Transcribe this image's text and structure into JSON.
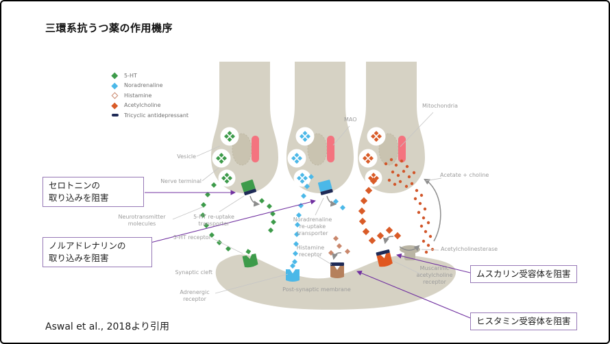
{
  "slide": {
    "title": "三環系抗うつ薬の作用機序",
    "citation": "Aswal et al., 2018より引用"
  },
  "legend": {
    "items": [
      {
        "id": "5-ht",
        "label": "5-HT",
        "color": "#3d9b4a",
        "icon": "diamond"
      },
      {
        "id": "noradrenaline",
        "label": "Noradrenaline",
        "color": "#4bb8e8",
        "icon": "diamond"
      },
      {
        "id": "histamine",
        "label": "Histamine",
        "color": "#c9876c",
        "icon": "diamond-outline"
      },
      {
        "id": "acetylcholine",
        "label": "Acetylcholine",
        "color": "#d95b27",
        "icon": "diamond"
      },
      {
        "id": "tricyclic-antidepressant",
        "label": "Tricyclic antidepressant",
        "color": "#1e2a56",
        "icon": "bar"
      }
    ]
  },
  "labels": {
    "vesicle": "Vesicle",
    "nerve_terminal": "Nerve terminal",
    "neurotransmitter_molecules": "Neurotransmitter\nmolecules",
    "five_ht_reuptake_transporter": "5-HT re-uptake\ntransporter",
    "five_ht_receptor": "5-HT receptor",
    "synaptic_cleft": "Synaptic cleft",
    "adrenergic_receptor": "Adrenergic\nreceptor",
    "noradrenaline_reuptake_transporter": "Noradrenaline\nre-uptake\ntransporter",
    "histamine_receptor": "Histamine\nreceptor",
    "mao": "MAO",
    "mitochondria": "Mitochondria",
    "acetate_choline": "Acetate + choline",
    "acetylcholinesterase": "Acetylcholinesterase",
    "muscarinic_receptor": "Muscarinic\nacetylcholine\nreceptor",
    "post_synaptic_membrane": "Post-synaptic membrane"
  },
  "callouts": {
    "serotonin_uptake": "セロトニンの\n取り込みを阻害",
    "noradrenaline_uptake": "ノルアドレナリンの\n取り込みを阻害",
    "muscarinic_block": "ムスカリン受容体を阻害",
    "histamine_block": "ヒスタミン受容体を阻害"
  },
  "colors": {
    "serotonin_green": "#3d9b4a",
    "noradrenaline_blue": "#4bb8e8",
    "histamine_salmon": "#c9876c",
    "histamine_receptor_tan": "#b5805c",
    "acetylcholine_orange": "#d95b27",
    "tricyclic_navy": "#1e2a56",
    "synapse_beige": "#d6d2c4",
    "mitochondria_tan": "#c9c3b0",
    "mao_pink": "#f4737f",
    "acetylcholinesterase_grey": "#bab5a4",
    "callout_border_purple": "#9678b6",
    "arrow_purple": "#7030a0",
    "label_grey": "#9b9b9b"
  }
}
